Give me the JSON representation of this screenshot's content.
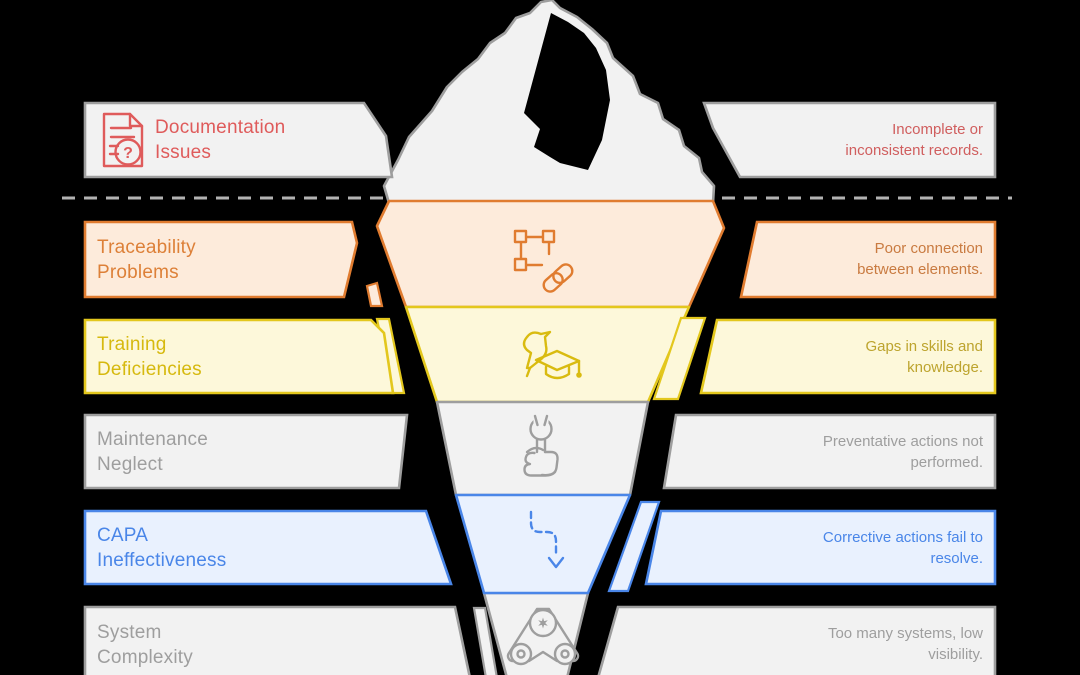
{
  "diagram_type": "iceberg-infographic",
  "waterline": {
    "color": "#b3b3b3",
    "style": "dashed"
  },
  "palette": {
    "background": "#000000",
    "ice_fill": "#f2f2f2",
    "ice_border": "#9e9e9e",
    "red_text": "#df5b5b",
    "orange_fill": "#fdebdb",
    "orange_border": "#e07c30",
    "orange_text": "#dd8038",
    "yellow_fill": "#fdf8da",
    "yellow_border": "#e3c71d",
    "yellow_text": "#d6b90e",
    "gray_fill": "#f2f2f2",
    "gray_border": "#9e9e9e",
    "gray_text": "#9e9e9e",
    "blue_fill": "#e9f1fe",
    "blue_border": "#4a86e8",
    "blue_text": "#4a86e8"
  },
  "rows": [
    {
      "id": "documentation-issues",
      "position": "above-waterline",
      "title": [
        "Documentation",
        "Issues"
      ],
      "desc": [
        "Incomplete or",
        "inconsistent records."
      ],
      "icon": "document-question-icon",
      "color": "#df5b5b"
    },
    {
      "id": "traceability-problems",
      "position": "below-waterline",
      "title": [
        "Traceability",
        "Problems"
      ],
      "desc": [
        "Poor connection",
        "between elements."
      ],
      "icon": "selection-link-icon",
      "color": "#e07c30"
    },
    {
      "id": "training-deficiencies",
      "position": "below-waterline",
      "title": [
        "Training",
        "Deficiencies"
      ],
      "desc": [
        "Gaps in skills and",
        "knowledge."
      ],
      "icon": "knight-graduation-cap-icon",
      "color": "#e3c71d"
    },
    {
      "id": "maintenance-neglect",
      "position": "below-waterline",
      "title": [
        "Maintenance",
        "Neglect"
      ],
      "desc": [
        "Preventative actions not",
        "performed."
      ],
      "icon": "hand-wrench-icon",
      "color": "#9e9e9e"
    },
    {
      "id": "capa-ineffectiveness",
      "position": "below-waterline",
      "title": [
        "CAPA",
        "Ineffectiveness"
      ],
      "desc": [
        "Corrective actions fail to",
        "resolve."
      ],
      "icon": "dashed-path-arrow-icon",
      "color": "#4a86e8"
    },
    {
      "id": "system-complexity",
      "position": "below-waterline",
      "title": [
        "System",
        "Complexity"
      ],
      "desc": [
        "Too many systems, low",
        "visibility."
      ],
      "icon": "belt-pulley-icon",
      "color": "#9e9e9e"
    }
  ],
  "icons": {
    "question_glyph": "?"
  }
}
